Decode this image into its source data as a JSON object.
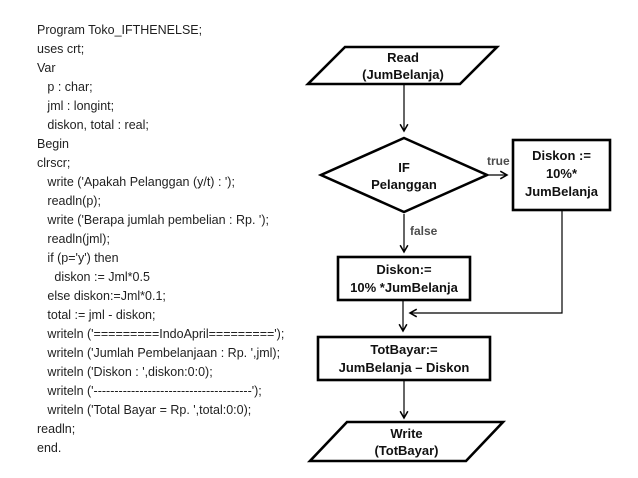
{
  "code": {
    "lines": [
      "Program Toko_IFTHENELSE;",
      "uses crt;",
      "Var",
      "   p : char;",
      "   jml : longint;",
      "   diskon, total : real;",
      "Begin",
      "clrscr;",
      "   write ('Apakah Pelanggan (y/t) : ');",
      "   readln(p);",
      "   write ('Berapa jumlah pembelian : Rp. ');",
      "   readln(jml);",
      "   if (p='y') then",
      "     diskon := Jml*0.5",
      "   else diskon:=Jml*0.1;",
      "   total := jml - diskon;",
      "   writeln ('=========IndoApril=========');",
      "   writeln ('Jumlah Pembelanjaan : Rp. ',jml);",
      "   writeln ('Diskon : ',diskon:0:0);",
      "   writeln ('--------------------------------------');",
      "   writeln ('Total Bayar = Rp. ',total:0:0);",
      "readln;",
      "end."
    ]
  },
  "flowchart": {
    "read_node": "Read\n(JumBelanja)",
    "decision_node": "IF\nPelanggan",
    "true_branch": "true",
    "false_branch": "false",
    "true_process_node": "Diskon :=\n10%*\nJumBelanja",
    "false_process_node": "Diskon:=\n10% *JumBelanja",
    "total_process_node": "TotBayar:=\nJumBelanja – Diskon",
    "write_node": "Write\n(TotBayar)"
  },
  "colors": {
    "background": "#ffffff",
    "code_text": "#1f1f1f",
    "shape_border": "#000000",
    "shape_text": "#111111",
    "branch_label": "#4d4d4d"
  }
}
